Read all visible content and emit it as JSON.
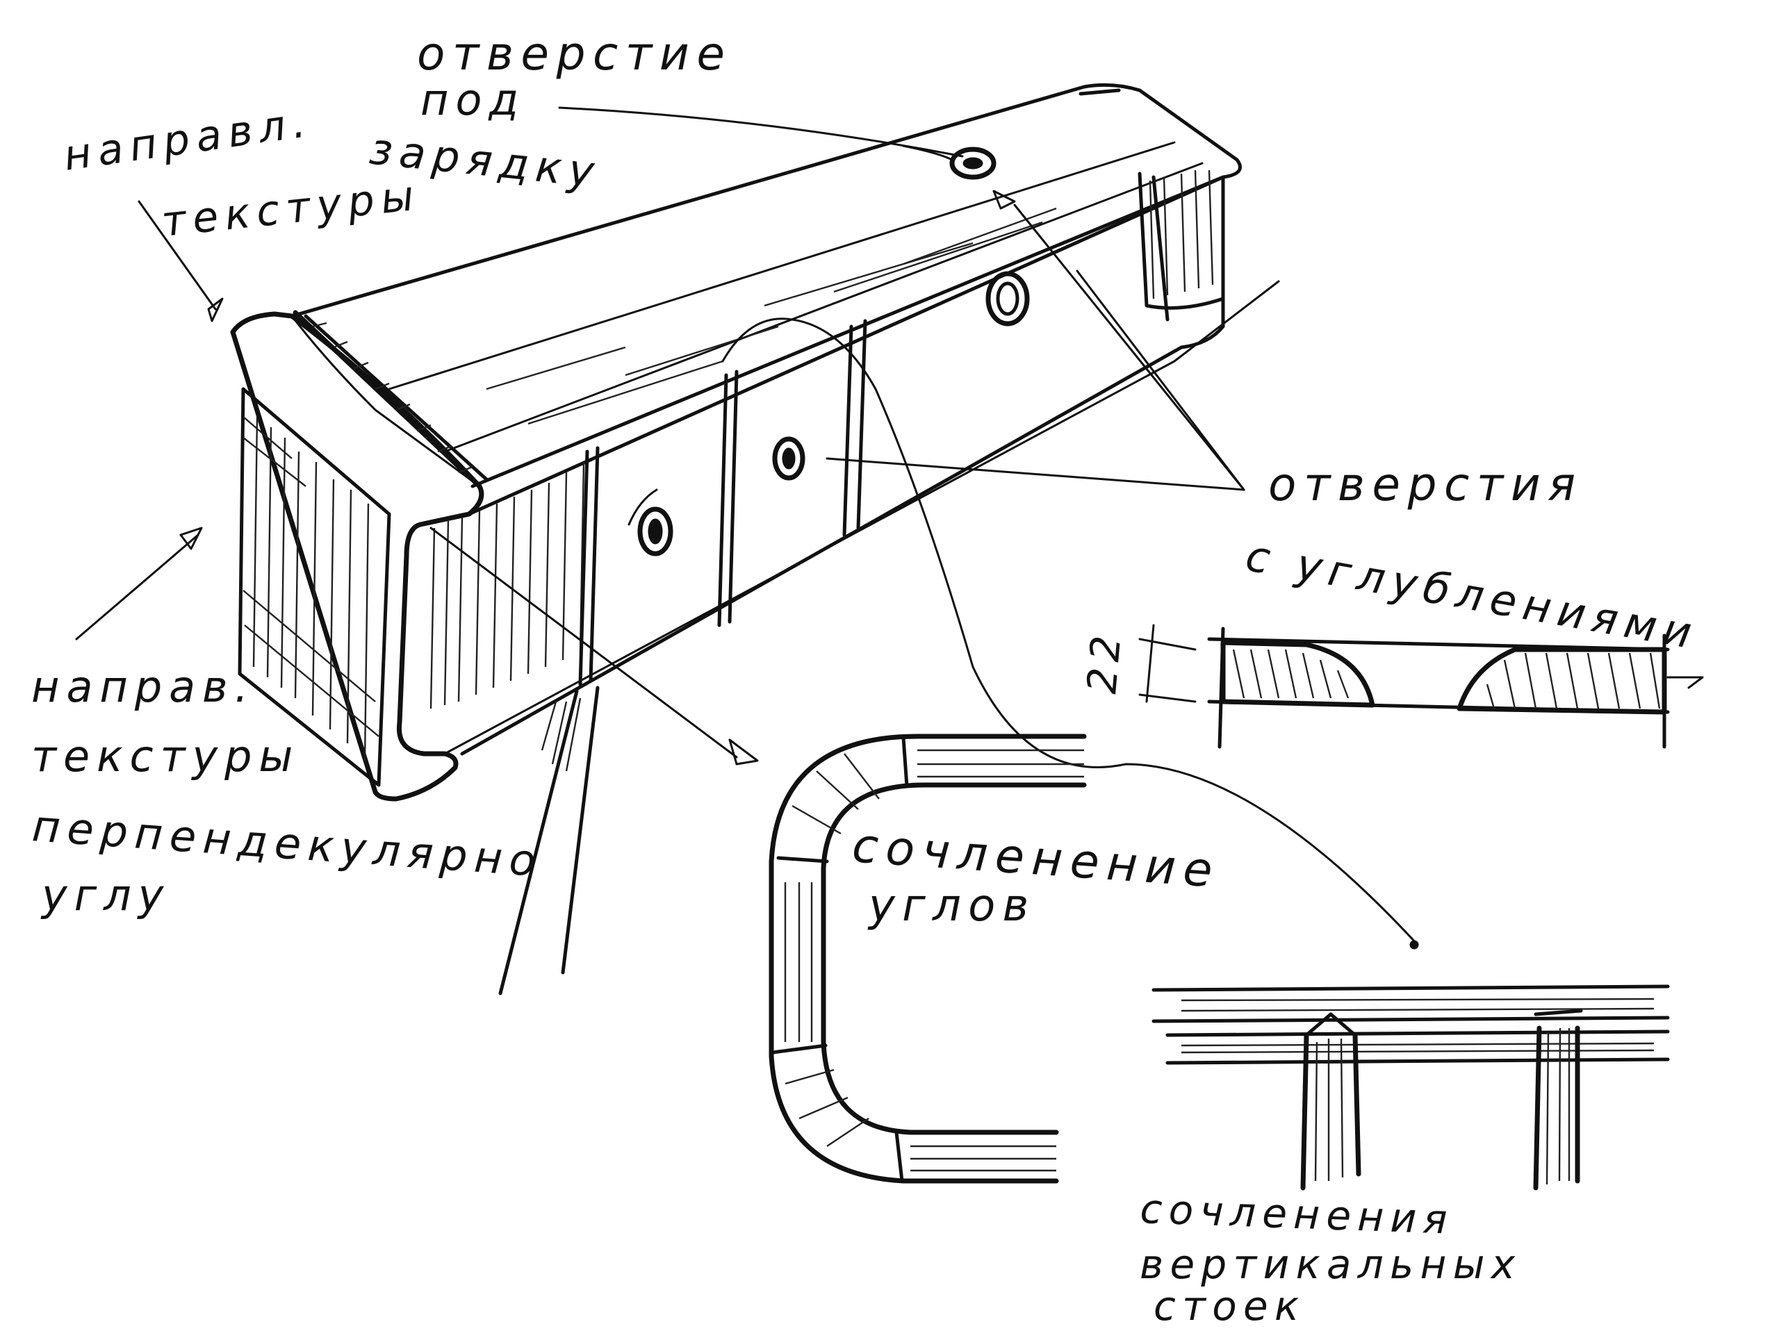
{
  "sketch": {
    "colors": {
      "ink": "#111111",
      "paper": "#ffffff"
    },
    "labels": {
      "hole_for_charger": [
        "отверстие",
        "под",
        "зарядку"
      ],
      "grain_direction": [
        "направл.",
        "текстуры"
      ],
      "grain_direction_perpendicular": [
        "направ.",
        "текстуры",
        "перпендекулярно",
        "углу"
      ],
      "holes_with_recess": [
        "отверстия",
        "с углублениями"
      ],
      "corner_joint": [
        "сочленение",
        "углов"
      ],
      "vertical_posts_joint": [
        "сочленения",
        "вертикальных",
        "стоек"
      ],
      "dimension": "22"
    }
  }
}
